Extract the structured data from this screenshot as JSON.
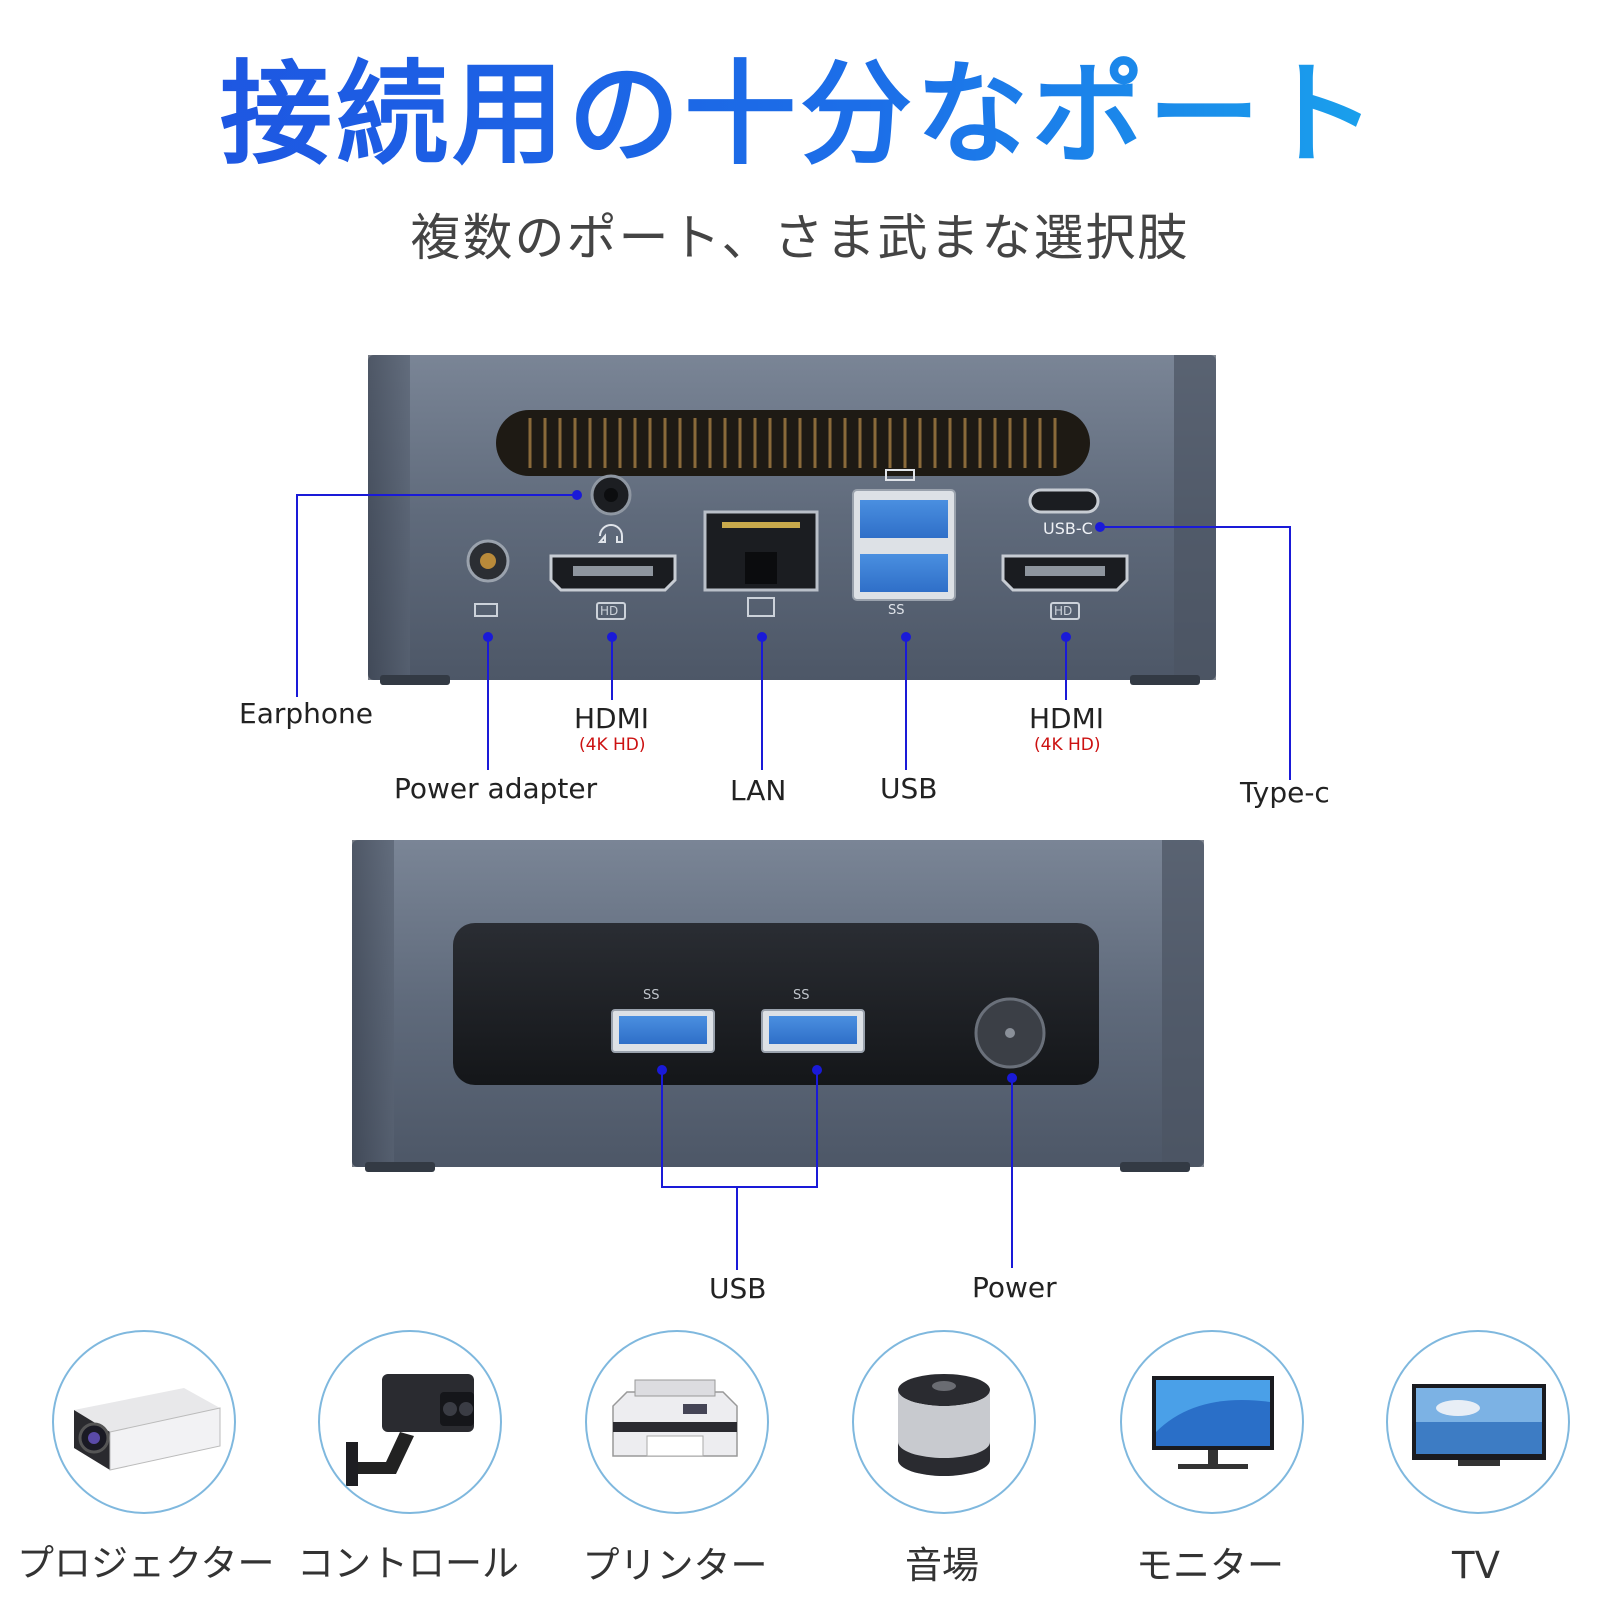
{
  "heading": {
    "title": "接続用の十分なポート",
    "subtitle": "複数のポート、さま武まな選択肢"
  },
  "rear_panel": {
    "port_labels": {
      "earphone": "Earphone",
      "power_adapter": "Power adapter",
      "hdmi_left": "HDMI",
      "hdmi_left_note": "(4K HD)",
      "lan": "LAN",
      "usb": "USB",
      "hdmi_right": "HDMI",
      "hdmi_right_note": "(4K HD)",
      "type_c": "Type-c"
    },
    "printed_markings": {
      "usb_c": "USB-C",
      "hd_left": "HD",
      "hd_right": "HD",
      "ss_usb": "SS"
    }
  },
  "front_panel": {
    "port_labels": {
      "usb": "USB",
      "power": "Power"
    },
    "printed_markings": {
      "ss_left": "SS",
      "ss_right": "SS"
    }
  },
  "devices": [
    {
      "label": "プロジェクター",
      "icon": "projector-icon"
    },
    {
      "label": "コントロール",
      "icon": "security-camera-icon"
    },
    {
      "label": "プリンター",
      "icon": "printer-icon"
    },
    {
      "label": "音場",
      "icon": "speaker-icon"
    },
    {
      "label": "モニター",
      "icon": "monitor-icon"
    },
    {
      "label": "TV",
      "icon": "tv-icon"
    }
  ],
  "colors": {
    "title_start": "#1e4fe0",
    "title_end": "#19b7ee",
    "callout_line": "#1a1ad8",
    "note_red": "#cc1111",
    "device_body": "#5d6878",
    "circle_border": "#7fb8de"
  }
}
